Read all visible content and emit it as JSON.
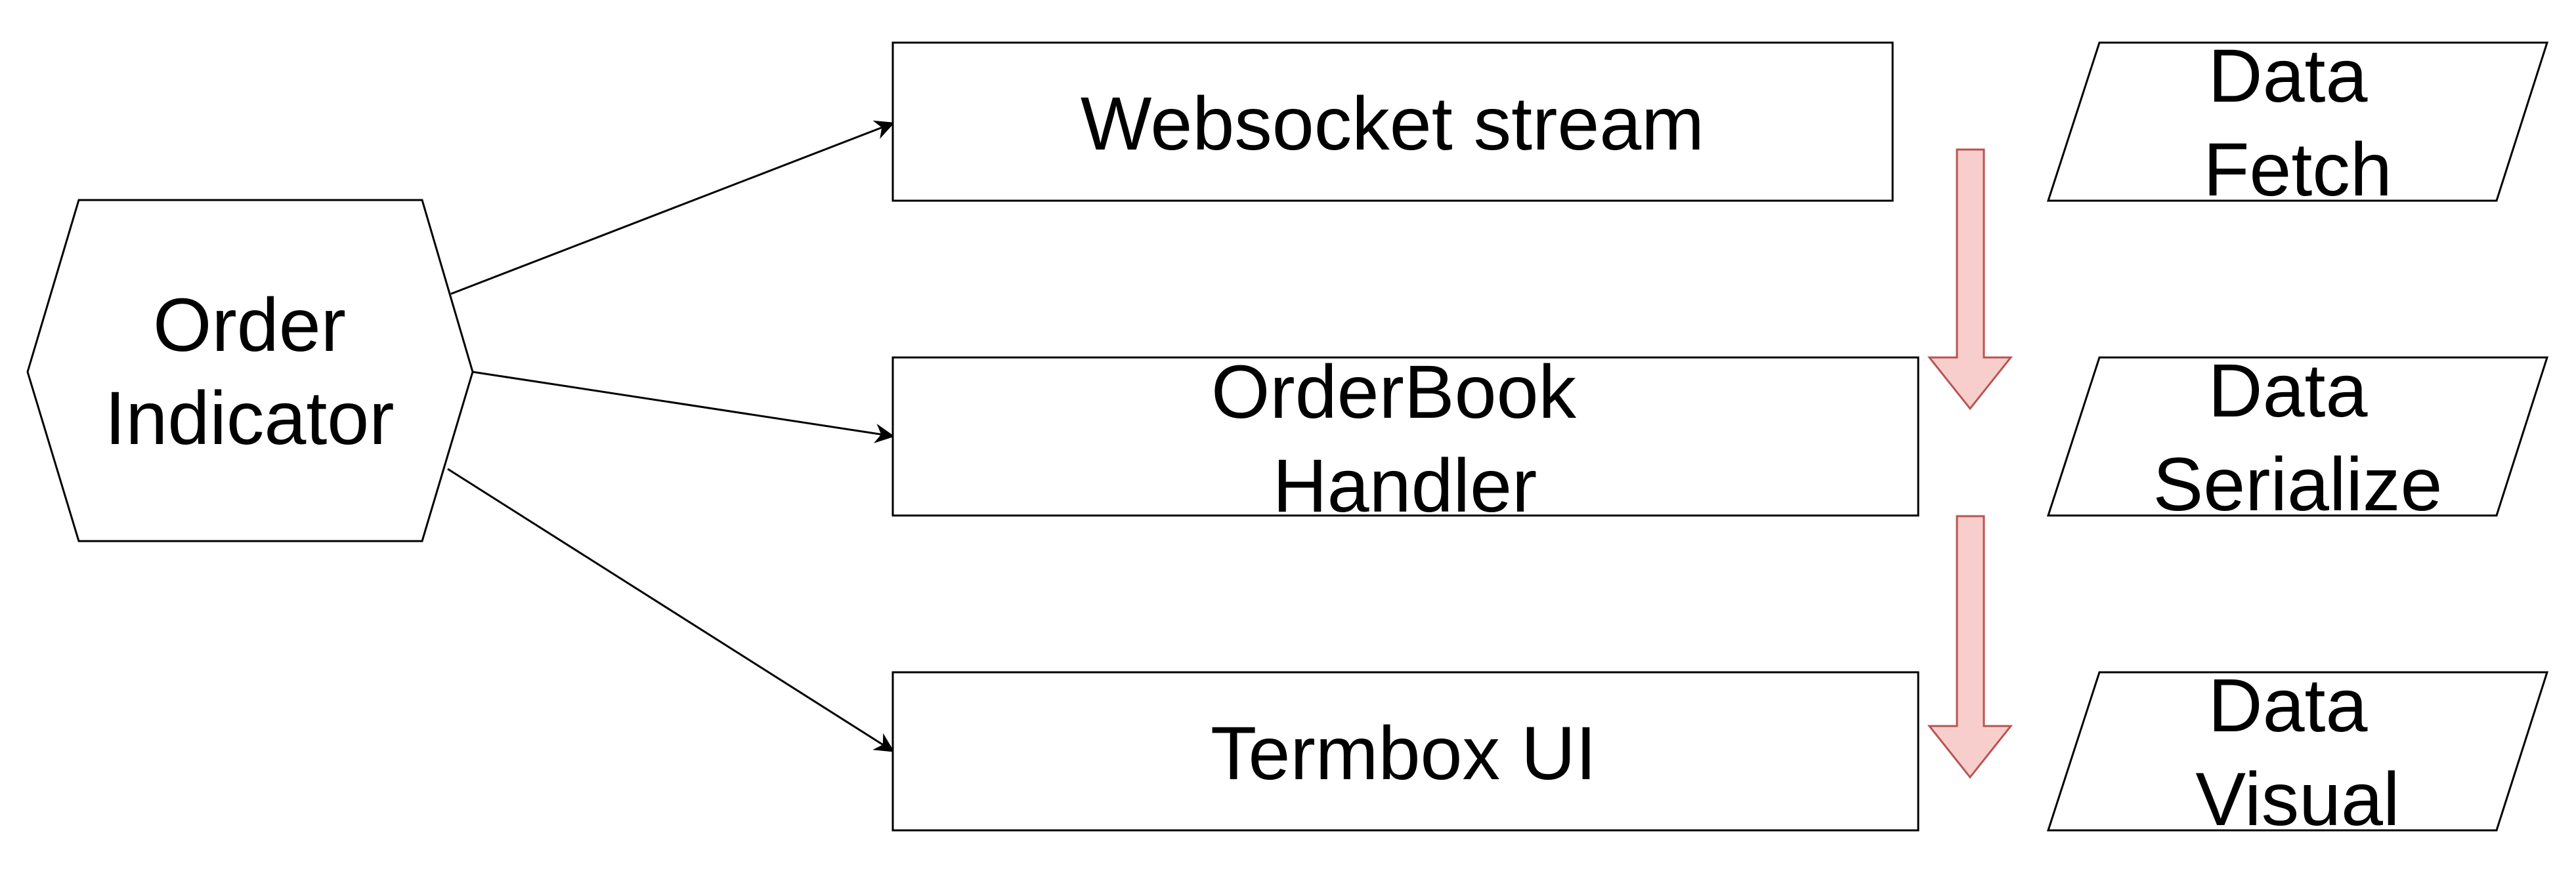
{
  "diagram": {
    "hexagon": {
      "line1": "Order",
      "line2": "Indicator"
    },
    "boxes": {
      "websocket": "Websocket stream",
      "orderbook_line1": "OrderBook",
      "orderbook_line2": "Handler",
      "termbox": "Termbox UI"
    },
    "stages": {
      "fetch_line1": "Data",
      "fetch_line2": "Fetch",
      "serialize_line1": "Data",
      "serialize_line2": "Serialize",
      "visual_line1": "Data",
      "visual_line2": "Visual"
    },
    "colors": {
      "stroke": "#000000",
      "flow_arrow_fill": "#f8cecc",
      "flow_arrow_stroke": "#b85450"
    }
  }
}
